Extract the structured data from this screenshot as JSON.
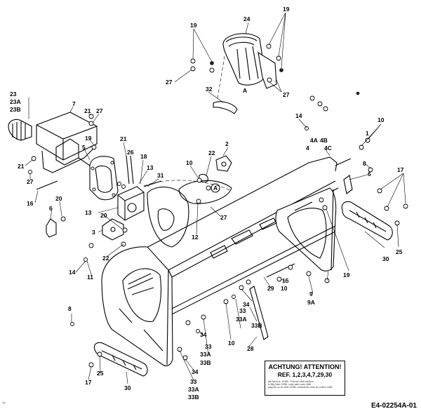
{
  "notice": {
    "title": "ACHTUNG! ATTENTION!",
    "reference": "REF. 1,2,3,4,7,29,30",
    "fine_print": [
      "Mit Seriennr. 10356 - Fußnote 4466 bei/dem",
      "to Mfg Date 10356, order parts code 4466",
      "jusqu'au no de série 10356, commander code du couleur 4466"
    ]
  },
  "drawing_code": "E4-02254A-01",
  "corner_mark": "ng",
  "callouts": {
    "c1": "1",
    "c2": "2",
    "c3": "3",
    "c4": "4",
    "c4a": "4A",
    "c4b": "4B",
    "c4c": "4C",
    "c5": "5",
    "c6a": "6",
    "c6b": "6",
    "c7": "7",
    "c8a": "8",
    "c8b": "8",
    "c9": "9",
    "c9a": "9A",
    "c10a": "10",
    "c10b": "10",
    "c10c": "10",
    "c10d": "10",
    "c11": "11",
    "c12": "12",
    "c13a": "13",
    "c13b": "13",
    "c14a": "14",
    "c14b": "14",
    "c15": "15",
    "c16": "16",
    "c17a": "17",
    "c17b": "17",
    "c18": "18",
    "c19a": "19",
    "c19b": "19",
    "c19c": "19",
    "c19d": "19",
    "c20a": "20",
    "c20b": "20",
    "c21a": "21",
    "c21b": "21",
    "c21c": "21",
    "c22a": "22",
    "c22b": "22",
    "c23": "23",
    "c23a": "23A",
    "c23b": "23B",
    "c24": "24",
    "c25a": "25",
    "c25b": "25",
    "c26": "26",
    "c27a": "27",
    "c27b": "27",
    "c27c": "27",
    "c27d": "27",
    "c27e": "27",
    "c28": "28",
    "c29": "29",
    "c30a": "30",
    "c30b": "30",
    "c31": "31",
    "c32": "32",
    "c33a": "33",
    "c33aa": "33A",
    "c33ab": "33B",
    "c33b": "33",
    "c33ba": "33A",
    "c33bb": "33B",
    "c33c": "33",
    "c33ca": "33A",
    "c33cb": "33B",
    "c34a": "34",
    "c34b": "34",
    "c34c": "34",
    "refA1": "A",
    "refA2": "A"
  }
}
